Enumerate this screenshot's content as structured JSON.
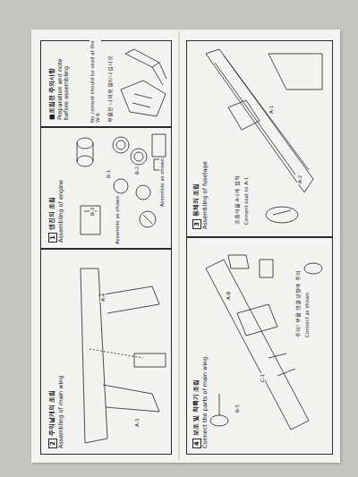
{
  "diagram": {
    "nodes": [
      {
        "text": [
          "■조립전 주의사항",
          "Preparation and note before assembling"
        ]
      },
      {
        "text": [
          "1",
          "엔진의 조립",
          "Assembling of engine"
        ]
      },
      {
        "text": [
          "2",
          "주익날개의 조립",
          "Assembling of main wing"
        ]
      },
      {
        "text": [
          "3",
          "동체의 조립",
          "Assembling of fuselage"
        ]
      },
      {
        "text": [
          "4",
          "보조 및 착륙기 조립",
          "Connect the parts of main wing."
        ]
      }
    ],
    "labels": [
      "No cement should be used at the W-6",
      "부품은 니퍼로 잘라내십시오",
      "Assemble as shown",
      "Assemble as shown",
      "B-1",
      "B-2",
      "B-3",
      "A-3",
      "A-4",
      "조종석을 A-1에 접착",
      "Cement seat to A-1",
      "A-1",
      "A-2",
      "주의! 부품 연결 방향에 주의",
      "Connect as shown",
      "A-8",
      "C-1",
      "B-5"
    ]
  }
}
